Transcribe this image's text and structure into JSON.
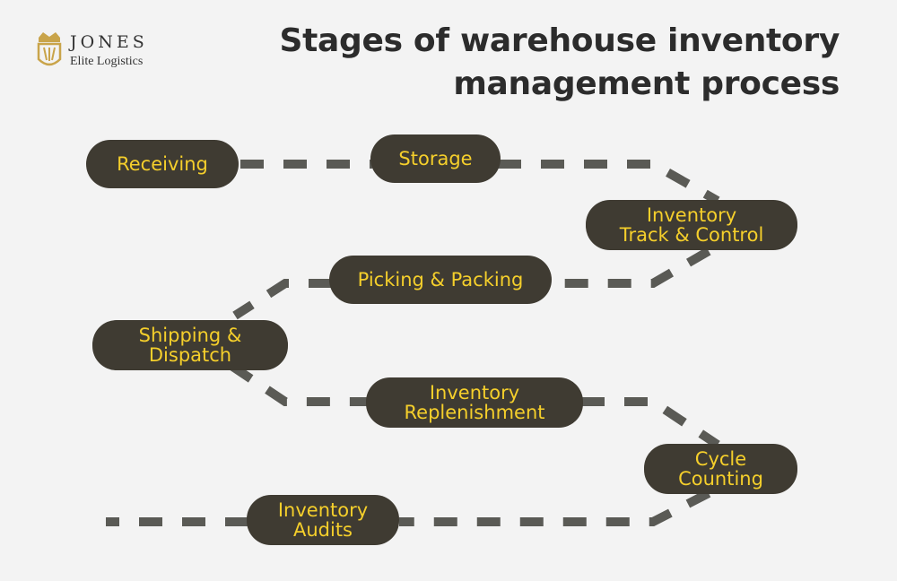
{
  "brand": {
    "name": "JONES",
    "tagline": "Elite Logistics",
    "accent_color": "#c9a44a"
  },
  "title": "Stages of warehouse inventory\nmanagement process",
  "colors": {
    "background": "#f3f3f3",
    "node_fill": "#3f3b32",
    "node_text": "#f5cf2b",
    "connector": "#5a5a55",
    "title_text": "#2c2c2c"
  },
  "stages": [
    {
      "id": "receiving",
      "label": "Receiving"
    },
    {
      "id": "storage",
      "label": "Storage"
    },
    {
      "id": "track",
      "label": "Inventory\nTrack & Control"
    },
    {
      "id": "picking",
      "label": "Picking & Packing"
    },
    {
      "id": "shipping",
      "label": "Shipping &\nDispatch"
    },
    {
      "id": "replenishment",
      "label": "Inventory\nReplenishment"
    },
    {
      "id": "cycle",
      "label": "Cycle\nCounting"
    },
    {
      "id": "audits",
      "label": "Inventory\nAudits"
    }
  ]
}
